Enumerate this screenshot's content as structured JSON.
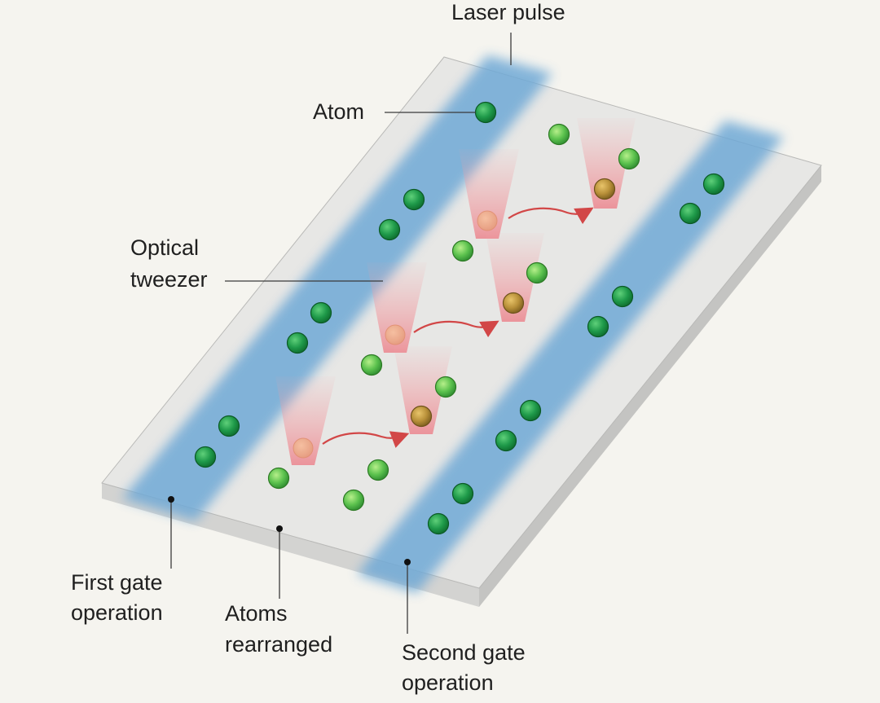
{
  "labels": {
    "laser_pulse": "Laser pulse",
    "atom": "Atom",
    "optical_tweezer_line1": "Optical",
    "optical_tweezer_line2": "tweezer",
    "first_gate_line1": "First gate",
    "first_gate_line2": "operation",
    "atoms_rearranged_line1": "Atoms",
    "atoms_rearranged_line2": "rearranged",
    "second_gate_line1": "Second gate",
    "second_gate_line2": "operation"
  },
  "colors": {
    "background": "#f5f4ef",
    "plate_top": "#e6e6e4",
    "plate_edge": "#c9c9c7",
    "laser_beam": "#6fa9d6",
    "atom_trapped": "#1f9a4a",
    "atom_light": "#5cc24e",
    "atom_moving": "#b9913a",
    "tweezer": "#f08f96",
    "arrow": "#d24747"
  }
}
